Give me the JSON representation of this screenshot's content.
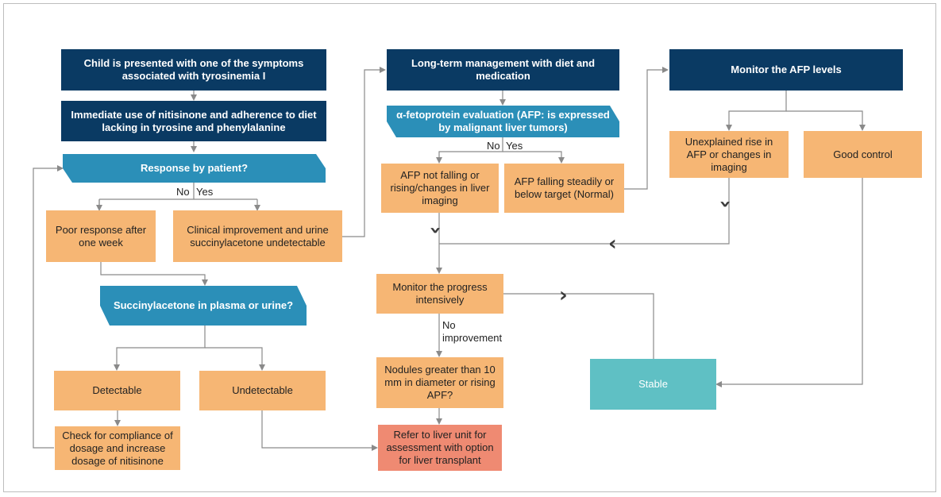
{
  "nodes": {
    "child_presented": "Child is presented with one of the symptoms associated with tyrosinemia I",
    "immediate_nitisinone": "Immediate use of nitisinone and adherence to diet lacking in tyrosine and phenylalanine",
    "response_by_patient": "Response by patient?",
    "poor_response": "Poor response after one week",
    "clinical_improvement": "Clinical improvement and urine succinylacetone undetectable",
    "succinylacetone_plasma": "Succinylacetone in plasma or urine?",
    "detectable": "Detectable",
    "undetectable": "Undetectable",
    "check_compliance": "Check for compliance of dosage and increase dosage of nitisinone",
    "long_term_management": "Long-term management with diet and medication",
    "afp_evaluation": "α-fetoprotein evaluation (AFP: is expressed by malignant liver tumors)",
    "afp_not_falling": "AFP not falling or rising/changes in liver imaging",
    "afp_falling": "AFP falling steadily or below target (Normal)",
    "monitor_progress": "Monitor the progress intensively",
    "nodules": "Nodules greater than 10 mm in diameter or rising APF?",
    "refer_liver_unit": "Refer to liver unit for assessment with option for liver transplant",
    "monitor_afp": "Monitor the AFP levels",
    "unexplained_rise": "Unexplained rise in AFP or changes in imaging",
    "good_control": "Good control",
    "stable": "Stable"
  },
  "labels": {
    "no": "No",
    "yes": "Yes",
    "no_improvement": "No improvement"
  },
  "colors": {
    "navy": "#0a3a63",
    "teal": "#2b8fb8",
    "orange": "#f6b674",
    "salmon": "#ef8a72",
    "cyan": "#5fc0c4",
    "connector": "#8a8a8a"
  }
}
